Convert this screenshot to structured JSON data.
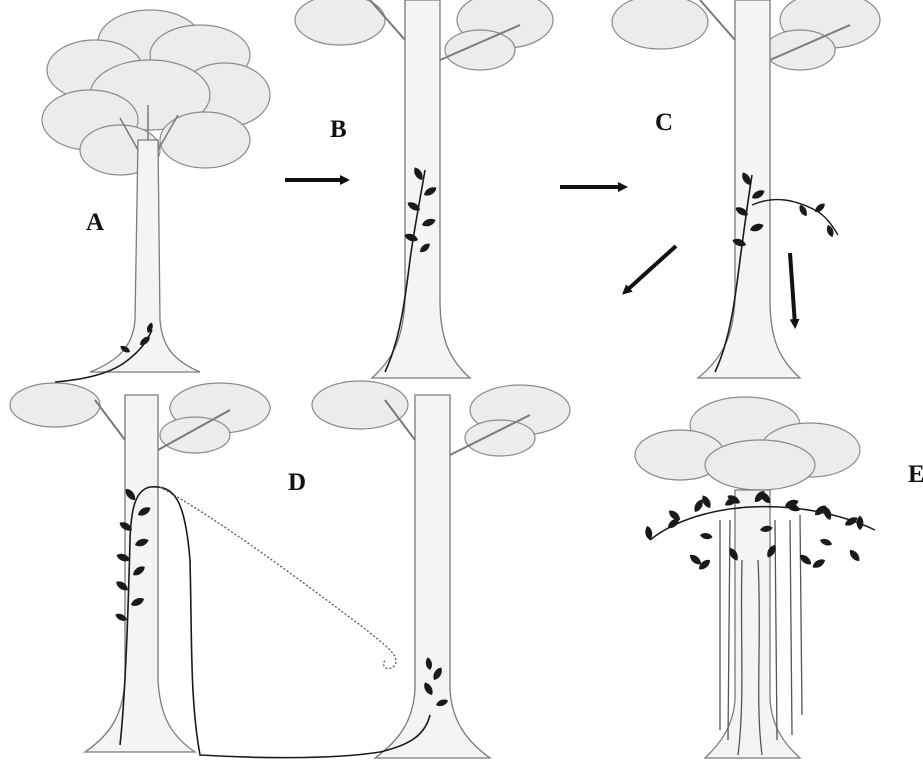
{
  "figure": {
    "panels": [
      {
        "id": "A",
        "label": "A"
      },
      {
        "id": "B",
        "label": "B"
      },
      {
        "id": "C",
        "label": "C"
      },
      {
        "id": "D",
        "label": "D"
      },
      {
        "id": "E",
        "label": "E"
      }
    ]
  },
  "colors": {
    "canopy_fill": "#e9e9e9",
    "canopy_stroke": "#8a8a8a",
    "trunk_fill": "#f4f4f4",
    "trunk_stroke": "#7a7a7a",
    "vine": "#1a1a1a",
    "arrow": "#111111"
  }
}
